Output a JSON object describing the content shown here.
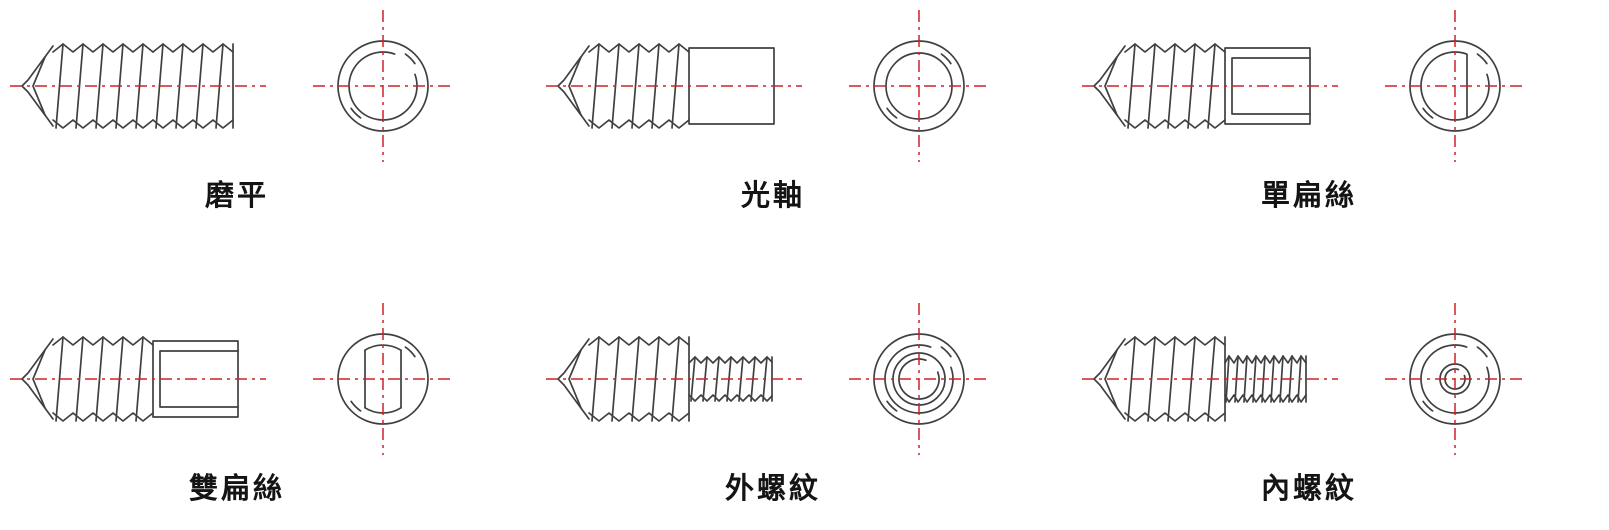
{
  "colors": {
    "line": "#404042",
    "centerline": "#cf2128",
    "label": "#141414"
  },
  "cells": [
    {
      "id": "ground-flat",
      "label": "磨平"
    },
    {
      "id": "plain-shaft",
      "label": "光軸"
    },
    {
      "id": "single-flat",
      "label": "單扁絲"
    },
    {
      "id": "double-flat",
      "label": "雙扁絲"
    },
    {
      "id": "external-thread",
      "label": "外螺紋"
    },
    {
      "id": "internal-thread",
      "label": "內螺紋"
    }
  ]
}
